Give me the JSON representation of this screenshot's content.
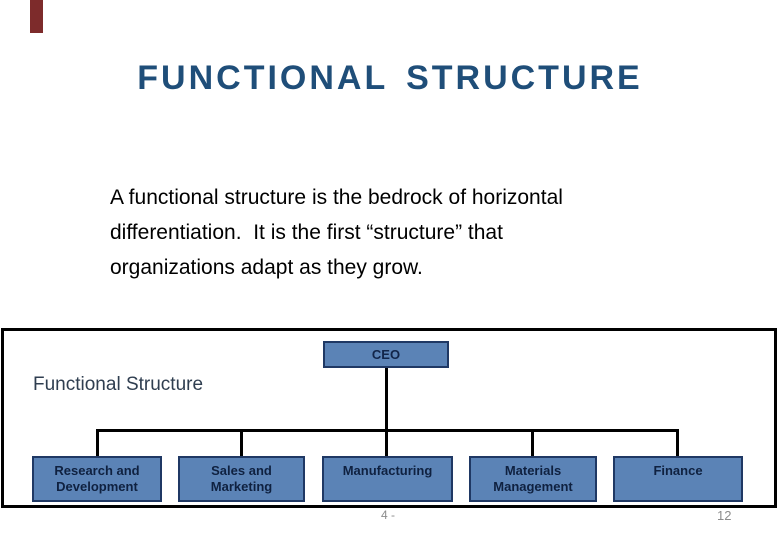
{
  "slide": {
    "title": "FUNCTIONAL STRUCTURE",
    "body_lines": [
      "A functional structure is the bedrock of horizontal",
      "differentiation.  It is the first “structure” that",
      "organizations adapt as they grow."
    ]
  },
  "org_chart": {
    "caption": "Functional Structure",
    "root_label": "CEO",
    "departments": [
      {
        "label": "Research and Development",
        "lines": [
          "Research and",
          "Development"
        ]
      },
      {
        "label": "Sales and Marketing",
        "lines": [
          "Sales and",
          "Marketing"
        ]
      },
      {
        "label": "Manufacturing",
        "lines": [
          "Manufacturing"
        ]
      },
      {
        "label": "Materials Management",
        "lines": [
          "Materials",
          "Management"
        ]
      },
      {
        "label": "Finance",
        "lines": [
          "Finance"
        ]
      }
    ]
  },
  "footer": {
    "slide_code": "4 -",
    "page_number": "12"
  },
  "colors": {
    "title_text": "#1F4E79",
    "box_fill": "#5B83B6",
    "box_border": "#1F3864",
    "connector_line": "#000000",
    "container_border": "#000000",
    "caption_text": "#2F3E50",
    "corner_mark": "#7D2B2B",
    "footer_text": "#8C8C8C",
    "body_text": "#000000"
  }
}
